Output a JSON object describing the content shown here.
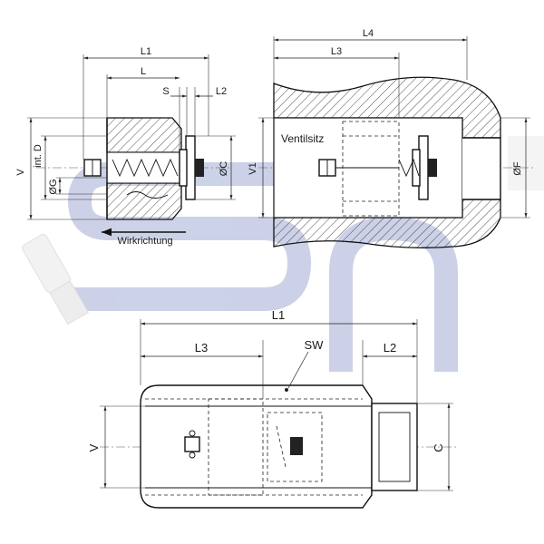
{
  "labels": {
    "L1": "L1",
    "L": "L",
    "S": "S",
    "L2": "L2",
    "V": "V",
    "int_D": "int. D",
    "G": "ØG",
    "C": "ØC",
    "C_plain": "C",
    "flow": "Wirkrichtung",
    "L4": "L4",
    "L3": "L3",
    "valve_seat": "Ventilsitz",
    "V1": "V1",
    "F": "ØF",
    "SW": "SW"
  },
  "colors": {
    "line": "#111111",
    "watermark": "#c7cde6",
    "background": "#ffffff"
  }
}
